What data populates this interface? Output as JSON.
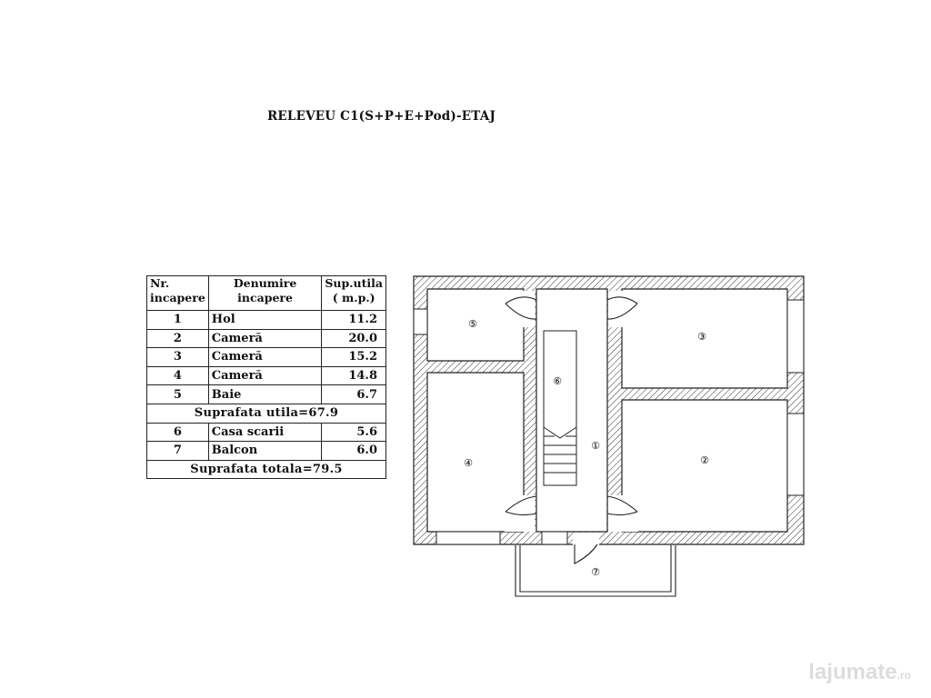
{
  "title": "RELEVEU C1(S+P+E+Pod)-ETAJ",
  "table": {
    "headers": {
      "nr": "Nr.\nincapere",
      "name": "Denumire\nincapere",
      "area": "Sup.utila\n( m.p.)"
    },
    "rows": [
      {
        "nr": "1",
        "name": "Hol",
        "area": "11.2"
      },
      {
        "nr": "2",
        "name": "Cameră",
        "area": "20.0"
      },
      {
        "nr": "3",
        "name": "Cameră",
        "area": "15.2"
      },
      {
        "nr": "4",
        "name": "Cameră",
        "area": "14.8"
      },
      {
        "nr": "5",
        "name": "Baie",
        "area": "6.7"
      }
    ],
    "subtotal": "Suprafata utila=67.9",
    "rows2": [
      {
        "nr": "6",
        "name": "Casa scarii",
        "area": "5.6"
      },
      {
        "nr": "7",
        "name": "Balcon",
        "area": "6.0"
      }
    ],
    "total": "Suprafata totala=79.5"
  },
  "plan": {
    "labels": {
      "r1": "①",
      "r2": "②",
      "r3": "③",
      "r4": "④",
      "r5": "⑤",
      "r6": "⑥",
      "r7": "⑦"
    }
  },
  "watermark": {
    "brand": "lajumate",
    "suffix": ".ro"
  }
}
